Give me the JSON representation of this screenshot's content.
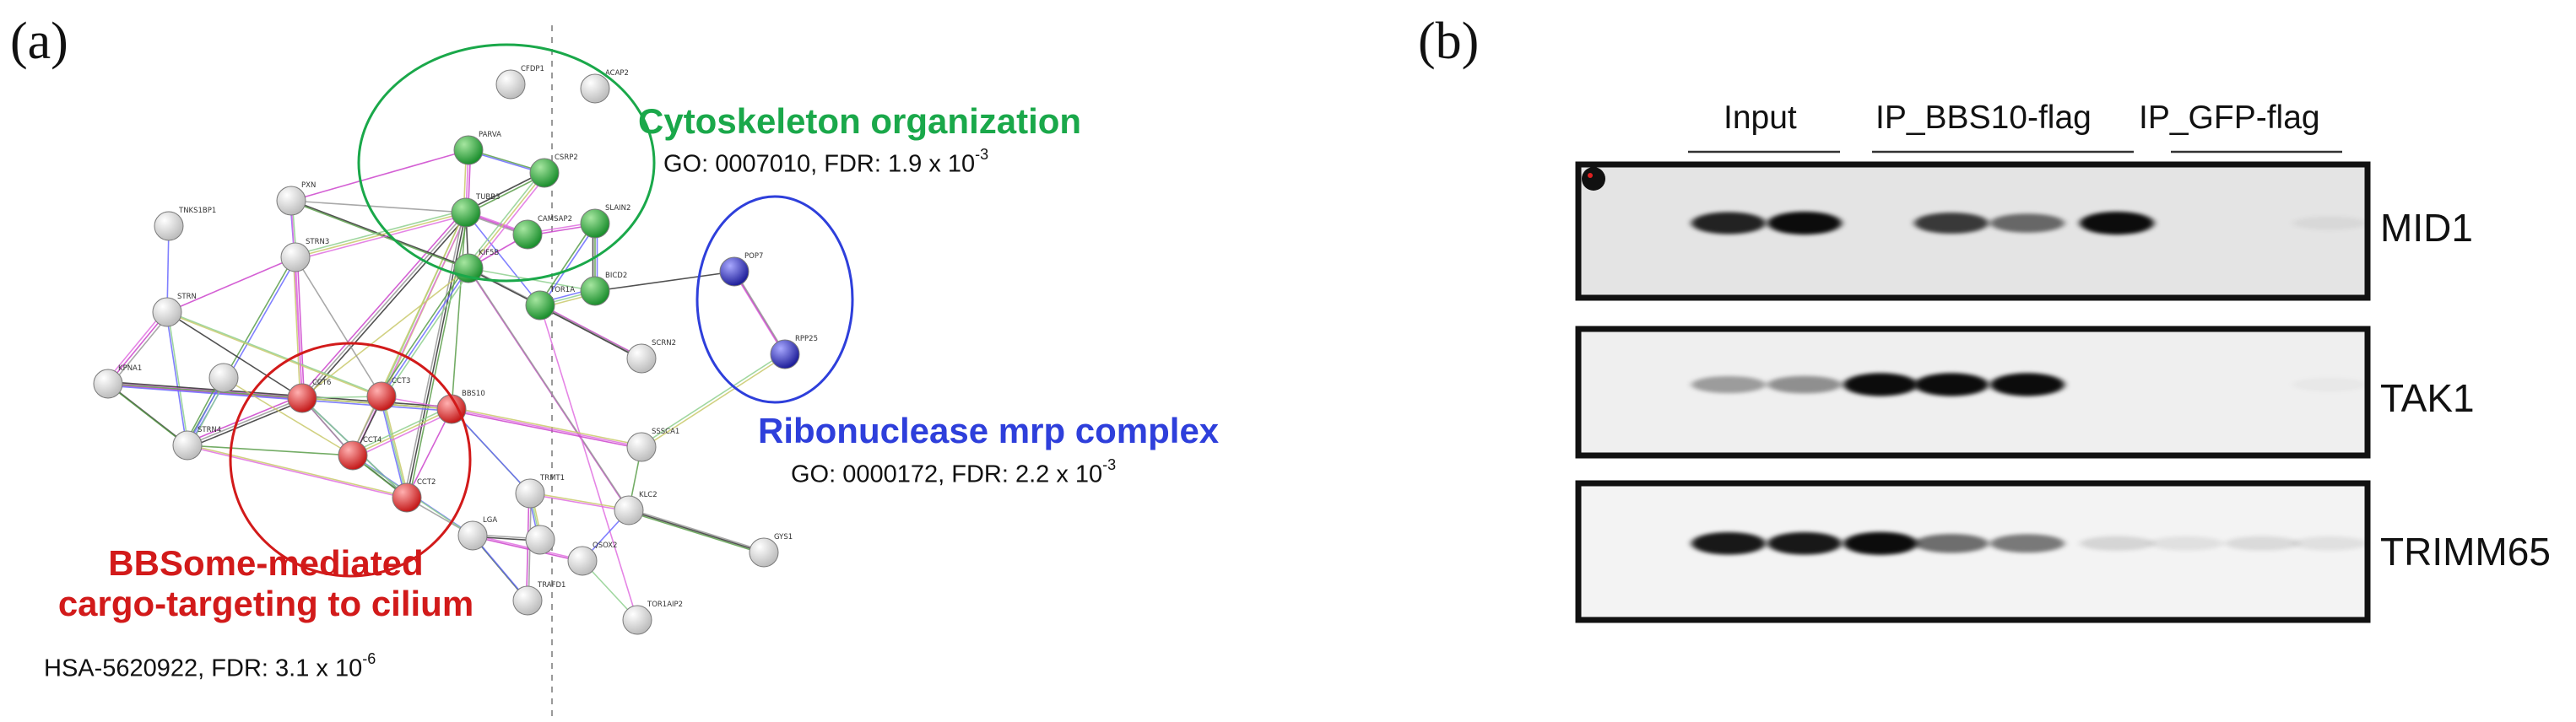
{
  "panels": {
    "a_label": "(a)",
    "b_label": "(b)"
  },
  "network": {
    "nodes": [
      {
        "id": "CFDP1",
        "label": "CFDP1",
        "group": "none"
      },
      {
        "id": "ACAP2",
        "label": "ACAP2",
        "group": "none"
      },
      {
        "id": "PARVA",
        "label": "PARVA",
        "group": "cytoskeleton"
      },
      {
        "id": "CSRP2",
        "label": "CSRP2",
        "group": "cytoskeleton"
      },
      {
        "id": "TUBB3",
        "label": "TUBB3",
        "group": "cytoskeleton"
      },
      {
        "id": "CAMSAP2",
        "label": "CAMSAP2",
        "group": "cytoskeleton"
      },
      {
        "id": "SLAIN2",
        "label": "SLAIN2",
        "group": "cytoskeleton"
      },
      {
        "id": "KIF5B",
        "label": "KIF5B",
        "group": "cytoskeleton"
      },
      {
        "id": "TOR1A",
        "label": "TOR1A",
        "group": "cytoskeleton"
      },
      {
        "id": "BICD2",
        "label": "BICD2",
        "group": "cytoskeleton"
      },
      {
        "id": "TNKS1BP1",
        "label": "TNKS1BP1",
        "group": "none"
      },
      {
        "id": "PXN",
        "label": "PXN",
        "group": "none"
      },
      {
        "id": "STRN3",
        "label": "STRN3",
        "group": "none"
      },
      {
        "id": "STRN",
        "label": "STRN",
        "group": "none"
      },
      {
        "id": "KPNA1",
        "label": "KPNA1",
        "group": "none"
      },
      {
        "id": "STRN4",
        "label": "STRN4",
        "group": "none"
      },
      {
        "id": "CCT6A",
        "label": "CCT6",
        "group": "bbsome"
      },
      {
        "id": "CCT3",
        "label": "CCT3",
        "group": "bbsome"
      },
      {
        "id": "BBS10",
        "label": "BBS10",
        "group": "bbsome"
      },
      {
        "id": "CCT4",
        "label": "CCT4",
        "group": "bbsome"
      },
      {
        "id": "CCT2",
        "label": "CCT2",
        "group": "bbsome"
      },
      {
        "id": "POP7",
        "label": "POP7",
        "group": "ribonuclease"
      },
      {
        "id": "RPP25",
        "label": "RPP25",
        "group": "ribonuclease"
      },
      {
        "id": "SCRN2",
        "label": "SCRN2",
        "group": "none"
      },
      {
        "id": "SSSCA1",
        "label": "SSSCA1",
        "group": "none"
      },
      {
        "id": "TRMT1",
        "label": "TRMT1",
        "group": "none"
      },
      {
        "id": "LGALS",
        "label": "LGA",
        "group": "none"
      },
      {
        "id": "KLC2",
        "label": "KLC2",
        "group": "none"
      },
      {
        "id": "GYS1",
        "label": "GYS1",
        "group": "none"
      },
      {
        "id": "QSOX2",
        "label": "QSOX2",
        "group": "none"
      },
      {
        "id": "TRAFD1",
        "label": "TRAFD1",
        "group": "none"
      },
      {
        "id": "TOR1AIP2",
        "label": "TOR1AIP2",
        "group": "none"
      },
      {
        "id": "N1",
        "label": "",
        "group": "none"
      },
      {
        "id": "N2",
        "label": "",
        "group": "none"
      }
    ],
    "edges": [
      [
        "PARVA",
        "PXN"
      ],
      [
        "PARVA",
        "CSRP2"
      ],
      [
        "PARVA",
        "TUBB3"
      ],
      [
        "PXN",
        "TUBB3"
      ],
      [
        "PXN",
        "STRN3"
      ],
      [
        "TUBB3",
        "CAMSAP2"
      ],
      [
        "TUBB3",
        "KIF5B"
      ],
      [
        "TUBB3",
        "CCT3"
      ],
      [
        "TUBB3",
        "CCT6A"
      ],
      [
        "TUBB3",
        "BBS10"
      ],
      [
        "TUBB3",
        "CCT4"
      ],
      [
        "TUBB3",
        "CCT2"
      ],
      [
        "TUBB3",
        "TOR1A"
      ],
      [
        "CAMSAP2",
        "SLAIN2"
      ],
      [
        "SLAIN2",
        "BICD2"
      ],
      [
        "KIF5B",
        "BICD2"
      ],
      [
        "KIF5B",
        "KLC2"
      ],
      [
        "KIF5B",
        "CCT3"
      ],
      [
        "KIF5B",
        "CCT6A"
      ],
      [
        "KIF5B",
        "TOR1A"
      ],
      [
        "TOR1A",
        "BICD2"
      ],
      [
        "TOR1A",
        "TOR1AIP2"
      ],
      [
        "CSRP2",
        "TUBB3"
      ],
      [
        "CSRP2",
        "KIF5B"
      ],
      [
        "STRN3",
        "STRN"
      ],
      [
        "STRN3",
        "STRN4"
      ],
      [
        "STRN3",
        "CCT6A"
      ],
      [
        "STRN3",
        "CCT3"
      ],
      [
        "STRN",
        "STRN4"
      ],
      [
        "STRN",
        "KPNA1"
      ],
      [
        "STRN",
        "CCT6A"
      ],
      [
        "STRN",
        "CCT3"
      ],
      [
        "STRN4",
        "CCT6A"
      ],
      [
        "STRN4",
        "CCT4"
      ],
      [
        "STRN4",
        "CCT2"
      ],
      [
        "STRN4",
        "KPNA1"
      ],
      [
        "TNKS1BP1",
        "STRN"
      ],
      [
        "KPNA1",
        "CCT6A"
      ],
      [
        "KPNA1",
        "BBS10"
      ],
      [
        "CCT6A",
        "CCT3"
      ],
      [
        "CCT6A",
        "CCT4"
      ],
      [
        "CCT6A",
        "CCT2"
      ],
      [
        "CCT6A",
        "BBS10"
      ],
      [
        "CCT3",
        "CCT4"
      ],
      [
        "CCT3",
        "CCT2"
      ],
      [
        "CCT3",
        "BBS10"
      ],
      [
        "CCT4",
        "CCT2"
      ],
      [
        "CCT4",
        "BBS10"
      ],
      [
        "CCT2",
        "BBS10"
      ],
      [
        "BBS10",
        "TRMT1"
      ],
      [
        "BBS10",
        "SSSCA1"
      ],
      [
        "CCT2",
        "LGALS"
      ],
      [
        "CCT4",
        "LGALS"
      ],
      [
        "POP7",
        "RPP25"
      ],
      [
        "POP7",
        "BICD2"
      ],
      [
        "RPP25",
        "SSSCA1"
      ],
      [
        "SCRN2",
        "TOR1A"
      ],
      [
        "SSSCA1",
        "KLC2"
      ],
      [
        "TRMT1",
        "KLC2"
      ],
      [
        "KLC2",
        "GYS1"
      ],
      [
        "KLC2",
        "QSOX2"
      ],
      [
        "LGALS",
        "QSOX2"
      ],
      [
        "LGALS",
        "TRAFD1"
      ],
      [
        "QSOX2",
        "TOR1AIP2"
      ],
      [
        "TRMT1",
        "TRAFD1"
      ],
      [
        "N1",
        "STRN4"
      ],
      [
        "N1",
        "CCT4"
      ],
      [
        "N2",
        "LGALS"
      ],
      [
        "N2",
        "TRMT1"
      ],
      [
        "PXN",
        "CCT6A"
      ],
      [
        "PXN",
        "KIF5B"
      ],
      [
        "STRN3",
        "TUBB3"
      ],
      [
        "CAMSAP2",
        "KIF5B"
      ],
      [
        "SLAIN2",
        "TOR1A"
      ]
    ]
  },
  "clusters": {
    "cytoskeleton": {
      "title": "Cytoskeleton organization",
      "go_prefix": "GO: 0007010,  FDR: 1.9 x 10",
      "exponent": "-3",
      "color": "#1aa84a"
    },
    "ribonuclease": {
      "title": "Ribonuclease mrp complex",
      "go_prefix": "GO: 0000172,  FDR: 2.2 x 10",
      "exponent": "-3",
      "color": "#2e3fdb"
    },
    "bbsome": {
      "title_line1": "BBSome-mediated",
      "title_line2": "cargo-targeting to cilium",
      "go_prefix": "HSA-5620922, FDR: 3.1 x 10",
      "exponent": "-6",
      "color": "#d21a1a"
    }
  },
  "node_colors": {
    "none": "#e2e2e2",
    "cytoskeleton": "#3fb54a",
    "bbsome": "#e24a4a",
    "ribonuclease": "#3d3fc8"
  },
  "blot": {
    "columns": {
      "input": "Input",
      "bbs10": "IP_BBS10-flag",
      "gfp": "IP_GFP-flag"
    },
    "rows": [
      {
        "label": "MID1",
        "background": "#e4e4e4",
        "band_intensity": [
          0.0,
          0.85,
          0.95,
          0.0,
          0.75,
          0.55,
          0.95,
          0.0,
          0.0,
          0.05
        ]
      },
      {
        "label": "TAK1",
        "background": "#efefef",
        "band_intensity": [
          0.0,
          0.35,
          0.4,
          0.95,
          0.95,
          0.95,
          0.0,
          0.0,
          0.0,
          0.03
        ]
      },
      {
        "label": "TRIMM65",
        "background": "#f3f3f3",
        "band_intensity": [
          0.0,
          0.9,
          0.9,
          0.95,
          0.55,
          0.5,
          0.12,
          0.08,
          0.1,
          0.08
        ]
      }
    ]
  }
}
